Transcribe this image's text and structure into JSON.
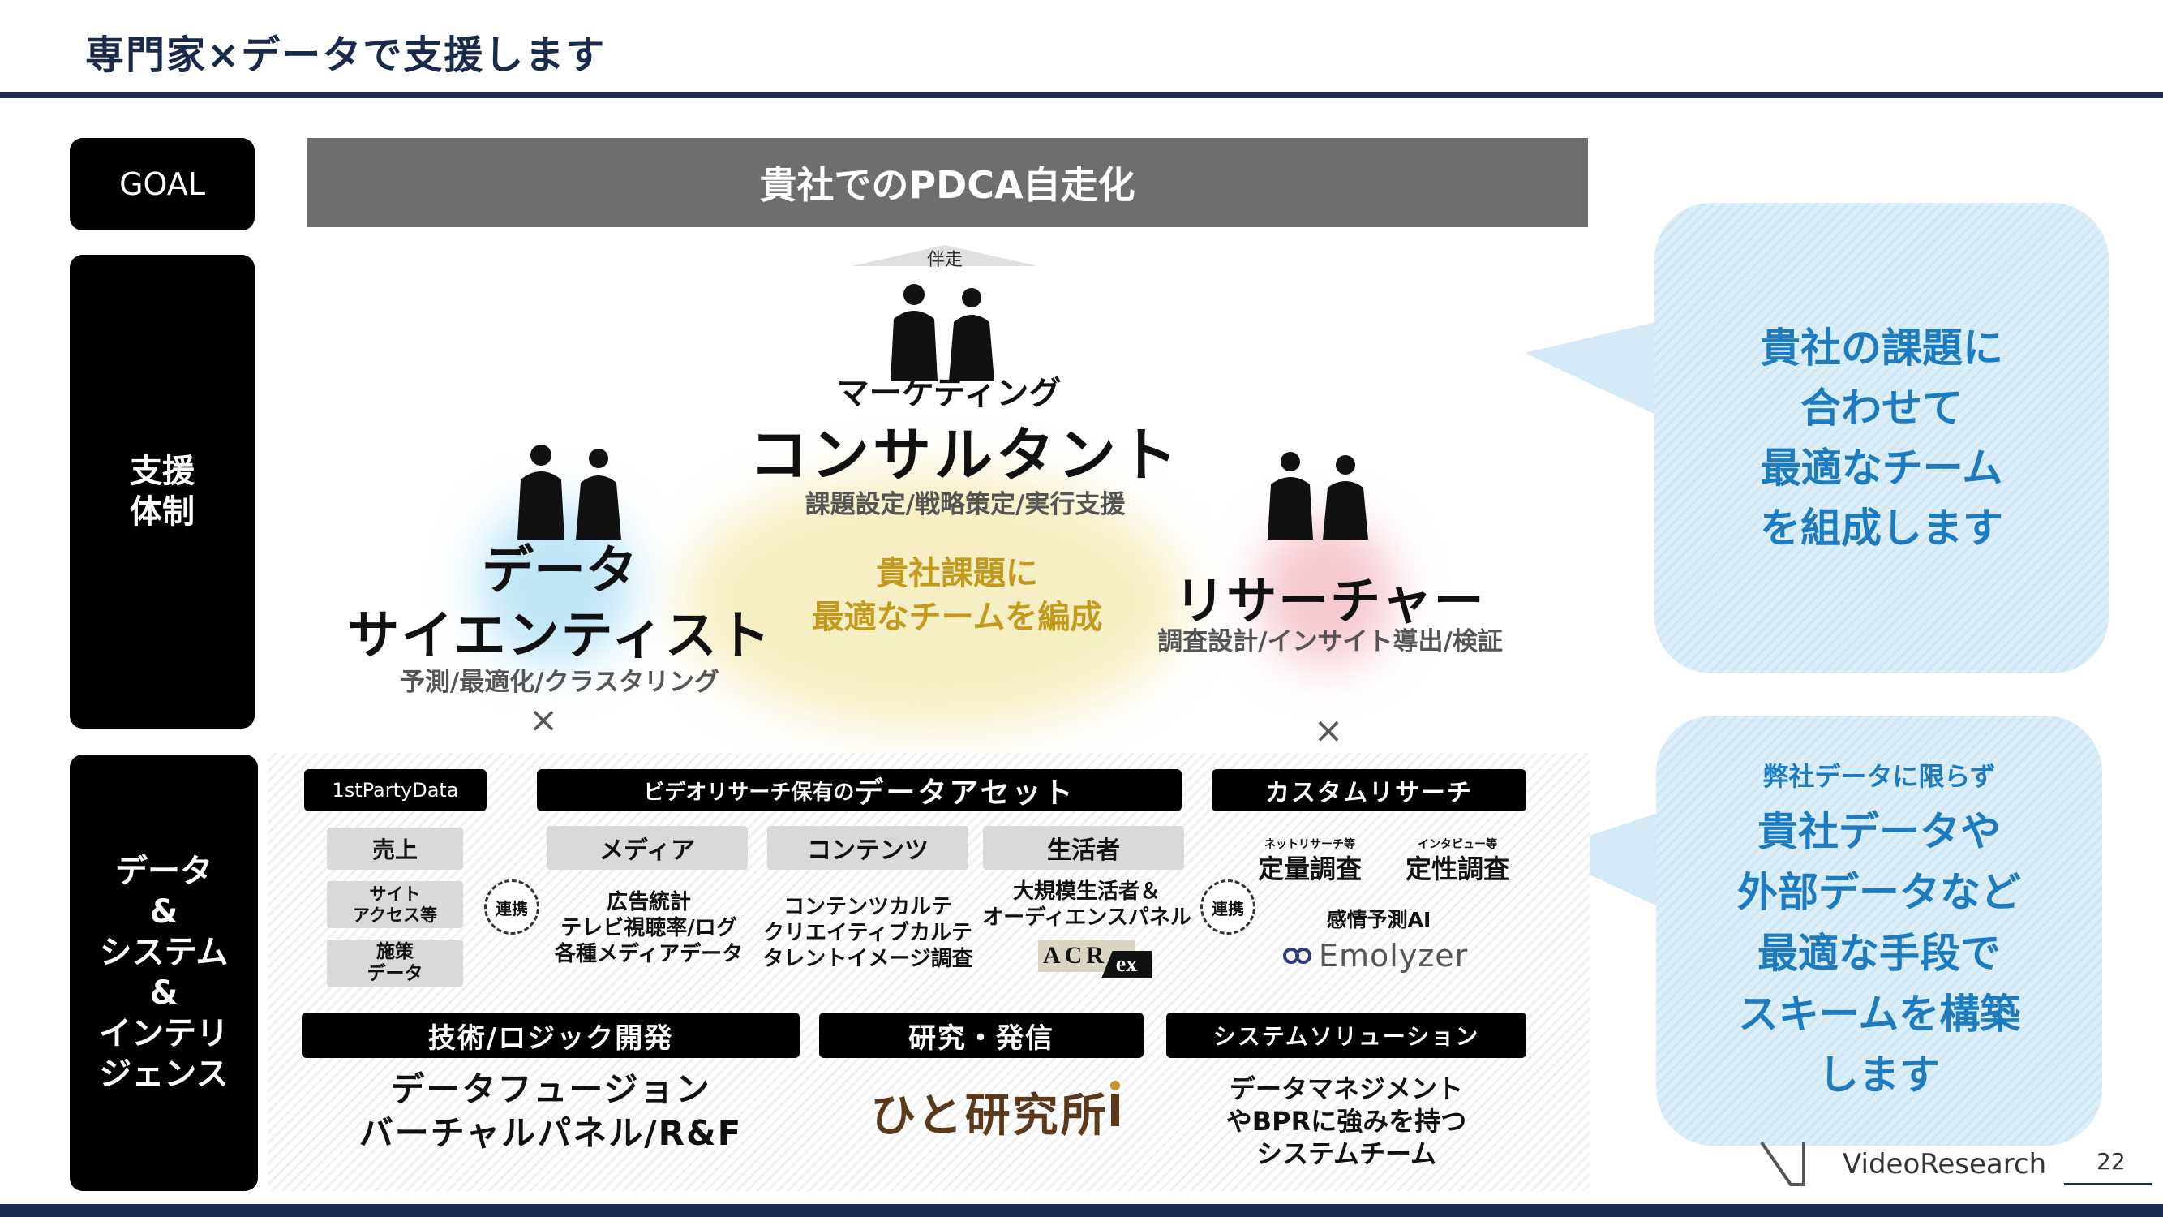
{
  "slide": {
    "title": "専門家×データで支援します",
    "page_number": "22",
    "brand": "VideoResearch"
  },
  "sidebar": {
    "goal": "GOAL",
    "support": "支援\n体制",
    "data": "データ\n&\nシステム\n&\nインテリ\nジェンス"
  },
  "goal_bar": "貴社でのPDCA自走化",
  "team": {
    "accompany": "伴走",
    "consultant_sub": "マーケティング",
    "consultant": "コンサルタント",
    "consultant_desc": "課題設定/戦略策定/実行支援",
    "scientist_line1": "データ",
    "scientist_line2": "サイエンティスト",
    "scientist_desc": "予測/最適化/クラスタリング",
    "researcher": "リサーチャー",
    "researcher_desc": "調査設計/インサイト導出/検証",
    "center": "貴社課題に\n最適なチームを編成",
    "cross": "×"
  },
  "bubble_top": {
    "text": "貴社の課題に\n合わせて\n最適なチーム\nを組成します"
  },
  "bubble_bottom": {
    "small": "弊社データに限らず",
    "text": "貴社データや\n外部データなど\n最適な手段で\nスキームを構築\nします"
  },
  "assets": {
    "first_party": "1stPartyData",
    "fp_items": [
      "売上",
      "サイト\nアクセス等",
      "施策\nデータ"
    ],
    "link": "連携",
    "vr_header_prefix": "ビデオリサーチ保有の",
    "vr_header_main": "データアセット",
    "vr_cols": [
      {
        "label": "メディア",
        "desc": "広告統計\nテレビ視聴率/ログ\n各種メディアデータ"
      },
      {
        "label": "コンテンツ",
        "desc": "コンテンツカルテ\nクリエイティブカルテ\nタレントイメージ調査"
      },
      {
        "label": "生活者",
        "desc": "大規模生活者＆\nオーディエンスパネル"
      }
    ],
    "acr_logo": "ACR",
    "acr_ex": "ex",
    "custom_header": "カスタムリサーチ",
    "quant_small": "ネットリサーチ等",
    "quant": "定量調査",
    "qual_small": "インタビュー等",
    "qual": "定性調査",
    "ai": "感情予測AI",
    "emolyzer": "Emolyzer"
  },
  "bottom": {
    "tech_header": "技術/ロジック開発",
    "tech_text": "データフュージョン\nバーチャルパネル/R&F",
    "research_header": "研究・発信",
    "research_logo": "ひと研究所",
    "system_header": "システムソリューション",
    "system_text": "データマネジメント\nやBPRに強みを持つ\nシステムチーム"
  },
  "colors": {
    "navy": "#1d2a52",
    "bubble_text": "#1d7bbf",
    "center_text": "#c49a1e"
  }
}
